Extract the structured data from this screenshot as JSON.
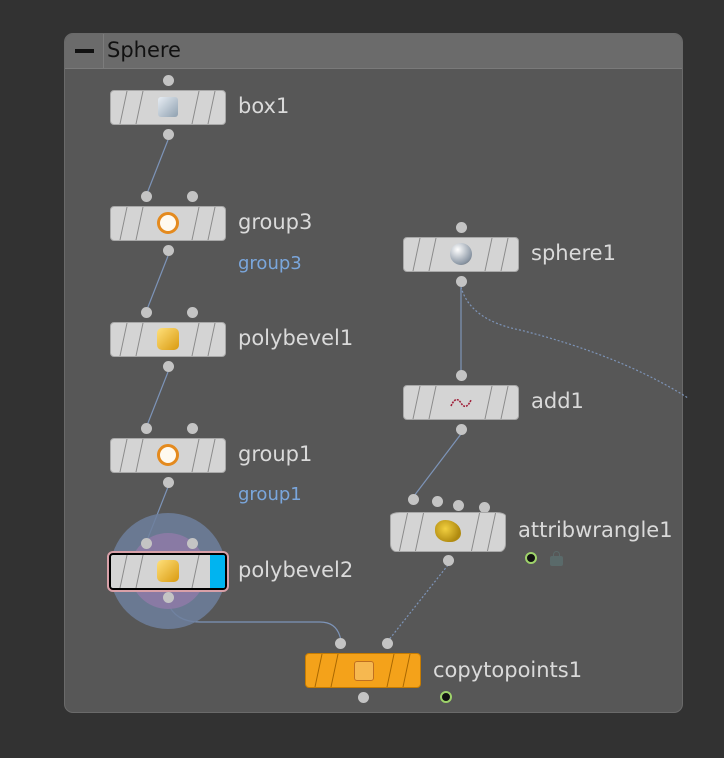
{
  "network_box": {
    "title": "Sphere"
  },
  "nodes": {
    "box1": {
      "name": "box1",
      "icon": "box-icon"
    },
    "group3": {
      "name": "group3",
      "comment": "group3",
      "icon": "group-icon"
    },
    "polybevel1": {
      "name": "polybevel1",
      "icon": "polybevel-icon"
    },
    "group1": {
      "name": "group1",
      "comment": "group1",
      "icon": "group-icon"
    },
    "polybevel2": {
      "name": "polybevel2",
      "icon": "polybevel-icon",
      "display_flag_color": "#00b4f0"
    },
    "sphere1": {
      "name": "sphere1",
      "icon": "sphere-icon"
    },
    "add1": {
      "name": "add1",
      "icon": "add-icon"
    },
    "attribwrangle1": {
      "name": "attribwrangle1",
      "icon": "wrangle-icon"
    },
    "copytopoints1": {
      "name": "copytopoints1",
      "icon": "copy-icon",
      "color": "#f4a21a"
    }
  }
}
